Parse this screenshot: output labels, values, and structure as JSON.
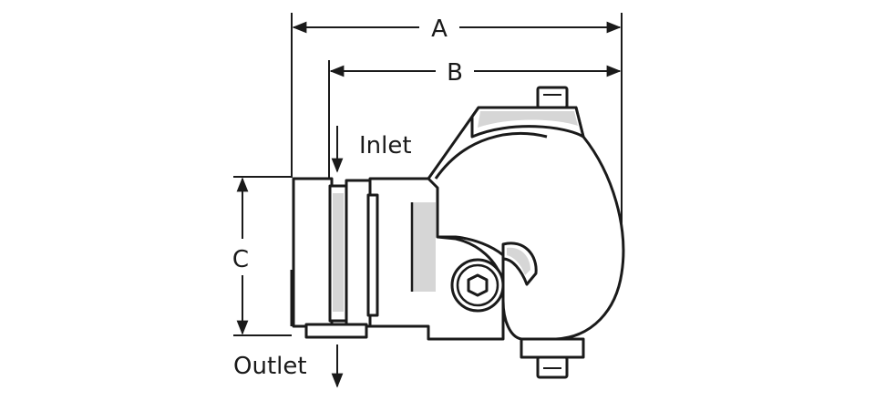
{
  "diagram": {
    "dimensions": [
      {
        "id": "A",
        "label": "A"
      },
      {
        "id": "B",
        "label": "B"
      },
      {
        "id": "C",
        "label": "C"
      }
    ],
    "flow": {
      "inlet_label": "Inlet",
      "outlet_label": "Outlet"
    }
  }
}
